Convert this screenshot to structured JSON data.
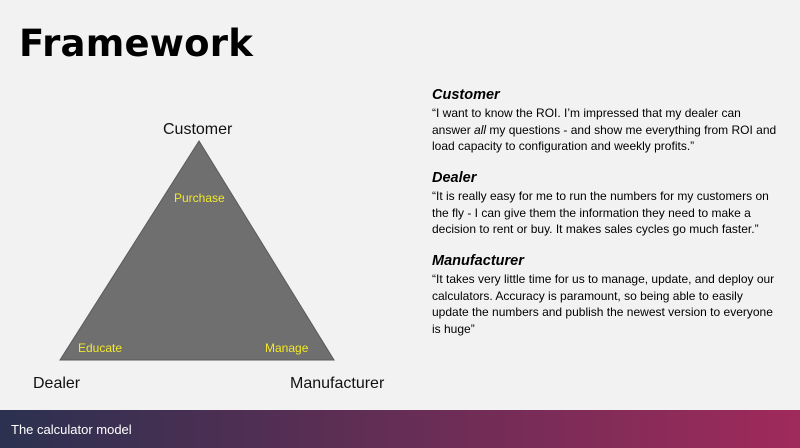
{
  "slide": {
    "title": "Framework",
    "footer_text": "The calculator model"
  },
  "colors": {
    "triangle_fill": "#6f6f6f",
    "edge_label": "#f2e82a",
    "footer_start": "#2b3150",
    "footer_end": "#a02a5b"
  },
  "diagram": {
    "vertices": {
      "top": "Customer",
      "left": "Dealer",
      "right": "Manufacturer"
    },
    "edges": {
      "customer_dealer": "Purchase",
      "dealer_left": "Educate",
      "manufacturer": "Manage"
    }
  },
  "quotes": [
    {
      "heading": "Customer",
      "text_before": "“I want to know the ROI. I’m impressed that my dealer can answer ",
      "emphasis": "all",
      "text_after": " my questions - and show me everything from ROI and load capacity to configuration and weekly profits.”"
    },
    {
      "heading": "Dealer",
      "text_before": "“It is really easy for me to run the numbers for my customers on the fly - I can give them the information they need to make a decision to rent or buy. It makes sales cycles go much faster.”",
      "emphasis": "",
      "text_after": ""
    },
    {
      "heading": "Manufacturer",
      "text_before": "“It takes very little time for us to manage, update, and deploy our calculators. Accuracy is paramount, so being able to easily update the numbers and publish the newest version to everyone is huge”",
      "emphasis": "",
      "text_after": ""
    }
  ]
}
